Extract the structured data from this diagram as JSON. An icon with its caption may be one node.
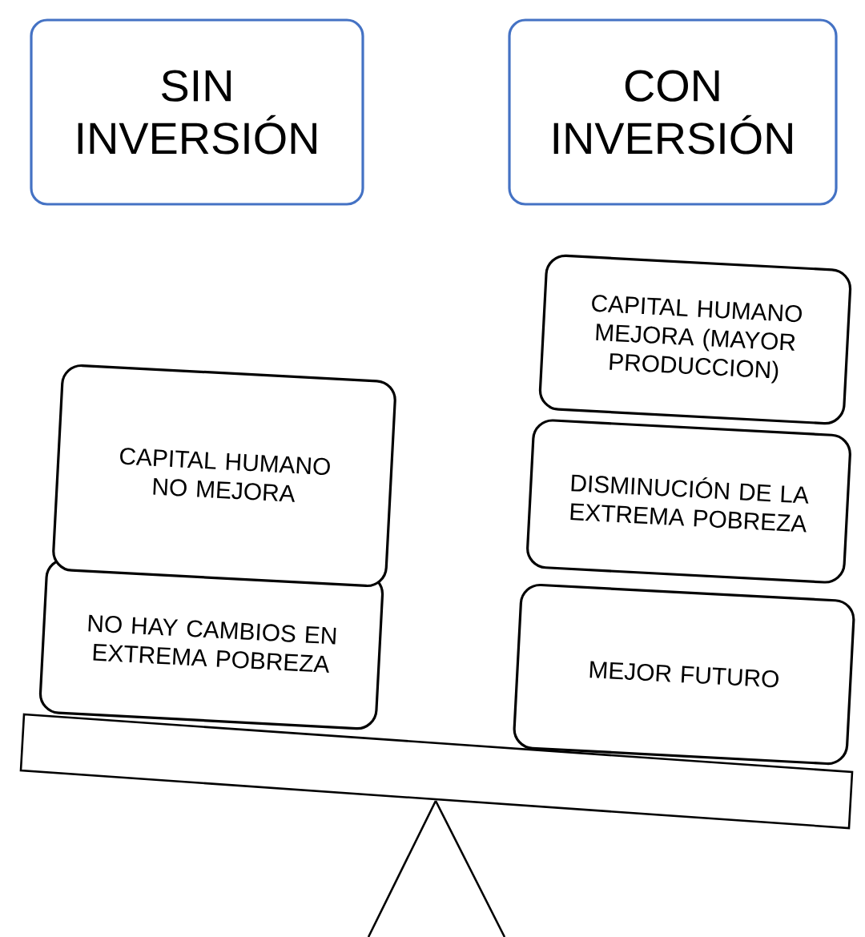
{
  "diagram": {
    "nodes": [
      {
        "text": [
          "SIN INVERSIÓN"
        ]
      },
      {
        "text": [
          "CON INVERSIÓN"
        ]
      },
      {
        "text": [
          "CAPITAL HUMANO NO MEJORA"
        ]
      },
      {
        "text": [
          "NO HAY CAMBIOS EN  EXTREMA POBREZA"
        ]
      },
      {
        "text": [
          "CAPITAL HUMANO MEJORA (MAYOR PRODUCCION)"
        ]
      },
      {
        "text": [
          "DISMINUCIÓN DE LA EXTREMA POBREZA"
        ]
      },
      {
        "text": [
          "MEJOR FUTURO"
        ]
      }
    ]
  }
}
